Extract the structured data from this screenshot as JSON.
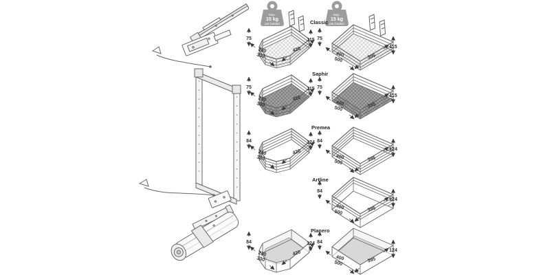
{
  "badge": {
    "line1": "Max.",
    "line2": "15 kg",
    "line3": "per basket"
  },
  "rows": [
    {
      "name": "Classic",
      "left": {
        "height_left": "75",
        "height_right": "115",
        "depth": [
          "230",
          "330"
        ],
        "width": "420"
      },
      "right": {
        "height_left": "75",
        "height_right": "115",
        "depth": [
          "400",
          "500"
        ],
        "width": "395"
      }
    },
    {
      "name": "Saphir",
      "left": {
        "height_left": "75",
        "height_right": "115",
        "depth": [
          "230",
          "330"
        ],
        "width": "420"
      },
      "right": {
        "height_left": "75",
        "height_right": "115",
        "depth": [
          "400",
          "500"
        ],
        "width": "395"
      }
    },
    {
      "name": "Premea",
      "left": {
        "height_left": "84",
        "height_right": "124",
        "depth": [
          "230",
          "330"
        ],
        "width": "420"
      },
      "right": {
        "height_left": "84",
        "height_right": "124",
        "depth": [
          "400",
          "500"
        ],
        "width": "395"
      }
    },
    {
      "name": "Artline",
      "right": {
        "height_left": "84",
        "height_right": "124",
        "depth": [
          "400",
          "500"
        ],
        "width": "395"
      }
    },
    {
      "name": "Planero",
      "left": {
        "height_left": "84",
        "height_right": "124",
        "depth": [
          "230",
          "330"
        ],
        "width": "420"
      },
      "right": {
        "height_left": "84",
        "height_right": "124",
        "depth": [
          "400",
          "500"
        ],
        "width": "395"
      }
    }
  ],
  "colors": {
    "line": "#666666",
    "text": "#2e2e2e",
    "badge": "#9c9c9c",
    "mesh_dark": "#a5a5a5"
  }
}
